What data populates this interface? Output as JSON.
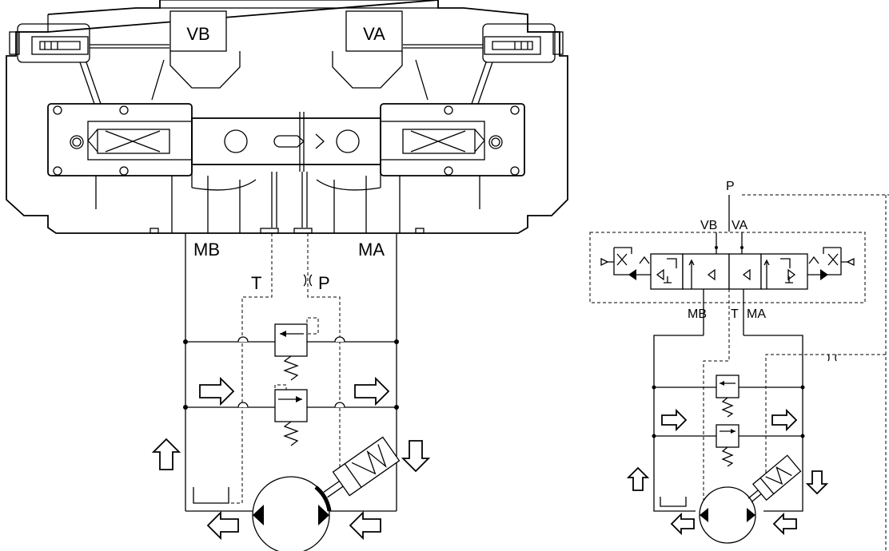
{
  "main_valve": {
    "port_vb": "VB",
    "port_va": "VA"
  },
  "main_circuit": {
    "port_mb": "MB",
    "port_ma": "MA",
    "port_t": "T",
    "port_p": "P"
  },
  "symbol": {
    "port_p": "P",
    "port_vb": "VB",
    "port_va": "VA",
    "port_mb": "MB",
    "port_t": "T",
    "port_ma": "MA"
  },
  "colors": {
    "line": "#000000",
    "background": "#ffffff"
  }
}
